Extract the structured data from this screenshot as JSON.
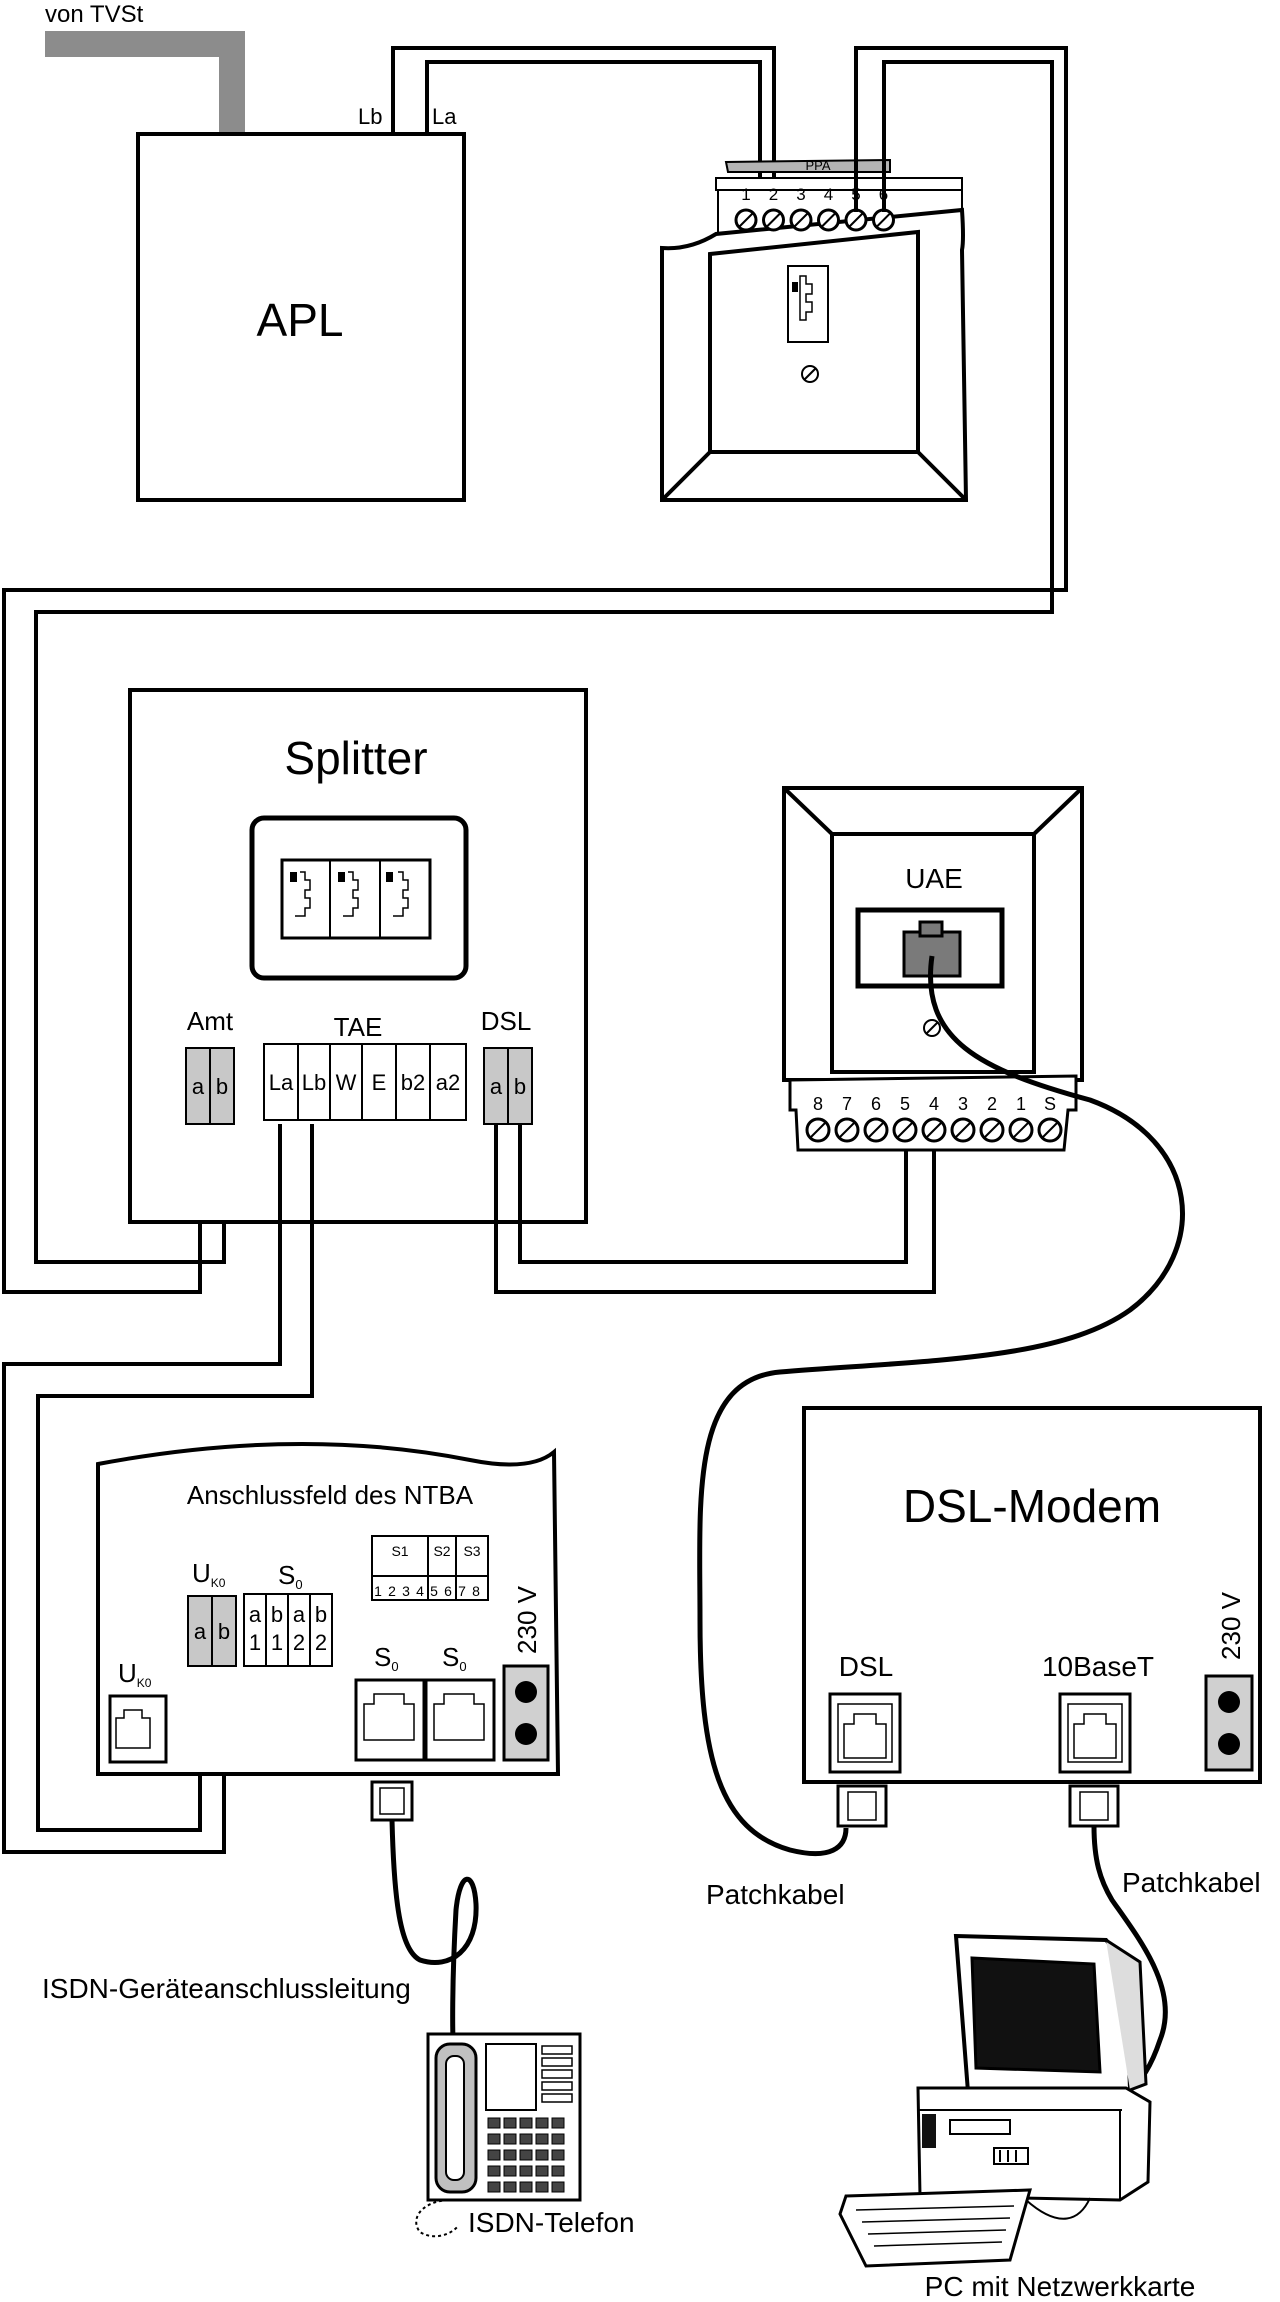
{
  "labels": {
    "source": "von TVSt",
    "apl": "APL",
    "lb": "Lb",
    "la": "La",
    "ppa": "PPA",
    "ppa_terminals": [
      "1",
      "2",
      "3",
      "4",
      "5",
      "6"
    ],
    "splitter": "Splitter",
    "amt": "Amt",
    "tae": "TAE",
    "dsl": "DSL",
    "amt_terminals": [
      "a",
      "b"
    ],
    "tae_terminals": [
      "La",
      "Lb",
      "W",
      "E",
      "b2",
      "a2"
    ],
    "dsl_terminals": [
      "a",
      "b"
    ],
    "uae": "UAE",
    "uae_terminals": [
      "8",
      "7",
      "6",
      "5",
      "4",
      "3",
      "2",
      "1",
      "S"
    ],
    "ntba_title": "Anschlussfeld des NTBA",
    "uk0_main": "U",
    "uk0_sub": "K0",
    "uk0_terminals": [
      "a",
      "b"
    ],
    "s0_main": "S",
    "s0_sub": "0",
    "s0_terminals_top": [
      "a",
      "b",
      "a",
      "b"
    ],
    "s0_terminals_bottom": [
      "1",
      "1",
      "2",
      "2"
    ],
    "dip_groups": [
      "S1",
      "S2",
      "S3"
    ],
    "dip_numbers": [
      "1",
      "2",
      "3",
      "4",
      "5",
      "6",
      "7",
      "8"
    ],
    "power": "230 V",
    "modem_title": "DSL-Modem",
    "modem_dsl": "DSL",
    "modem_lan": "10BaseT",
    "patch_left": "Patchkabel",
    "patch_right": "Patchkabel",
    "isdn_cable": "ISDN-Geräteanschlussleitung",
    "isdn_phone": "ISDN-Telefon",
    "pc": "PC mit Netzwerkkarte"
  },
  "colors": {
    "line": "#000000",
    "cable_gray": "#8c8c8c",
    "terminal_gray": "#c8c8c8",
    "jack_gray": "#7a7a7a",
    "ppa_gray": "#b4b4b4"
  }
}
